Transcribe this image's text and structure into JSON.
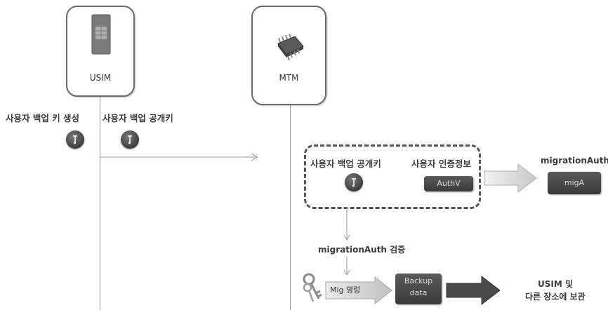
{
  "entities": {
    "usim": {
      "label": "USIM"
    },
    "mtm": {
      "label": "MTM"
    }
  },
  "steps": {
    "generate_label": "사용자 백업 키 생성",
    "pubkey_label": "사용자 백업 공개키"
  },
  "group": {
    "pubkey_label": "사용자 백업 공개키",
    "auth_label": "사용자 인증정보",
    "authv_label": "AuthV"
  },
  "migration": {
    "title": "migrationAuth",
    "migA_label": "migA",
    "verify_label": "migrationAuth 검증"
  },
  "backup": {
    "mig_label": "Mig 영렁",
    "data_label_line1": "Backup",
    "data_label_line2": "data",
    "store_line1": "USIM 및",
    "store_line2": "다른 장소에 보관"
  },
  "colors": {
    "box_border": "#6b6b6b",
    "dark_fill": "#4a4a4a",
    "line": "#9a9a9a"
  }
}
